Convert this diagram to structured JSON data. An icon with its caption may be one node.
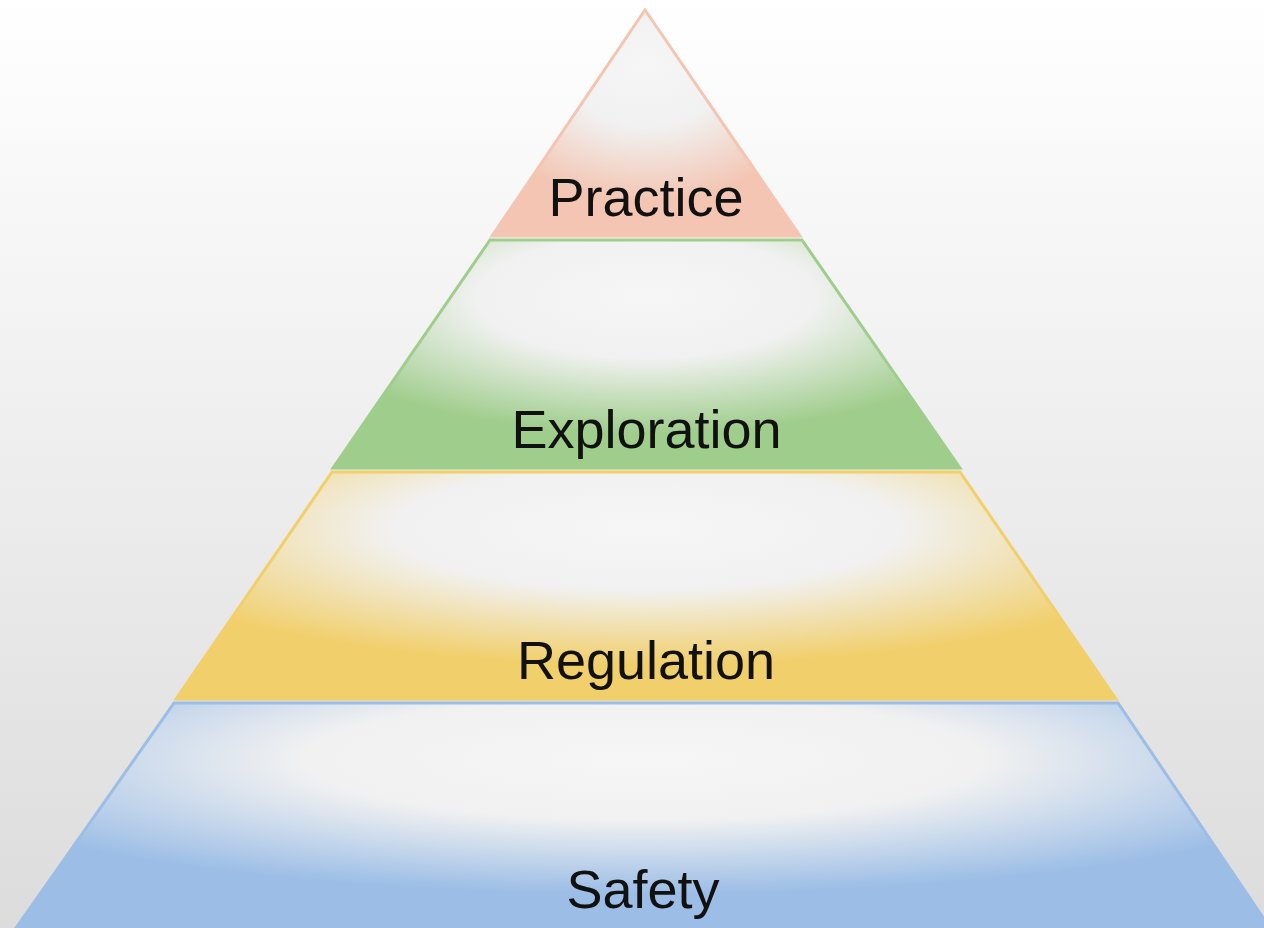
{
  "diagram": {
    "nodes": [
      {
        "text": [
          "Practice"
        ]
      },
      {
        "text": [
          "Exploration"
        ]
      },
      {
        "text": [
          "Regulation"
        ]
      },
      {
        "text": [
          "Safety"
        ]
      }
    ],
    "edges": []
  }
}
